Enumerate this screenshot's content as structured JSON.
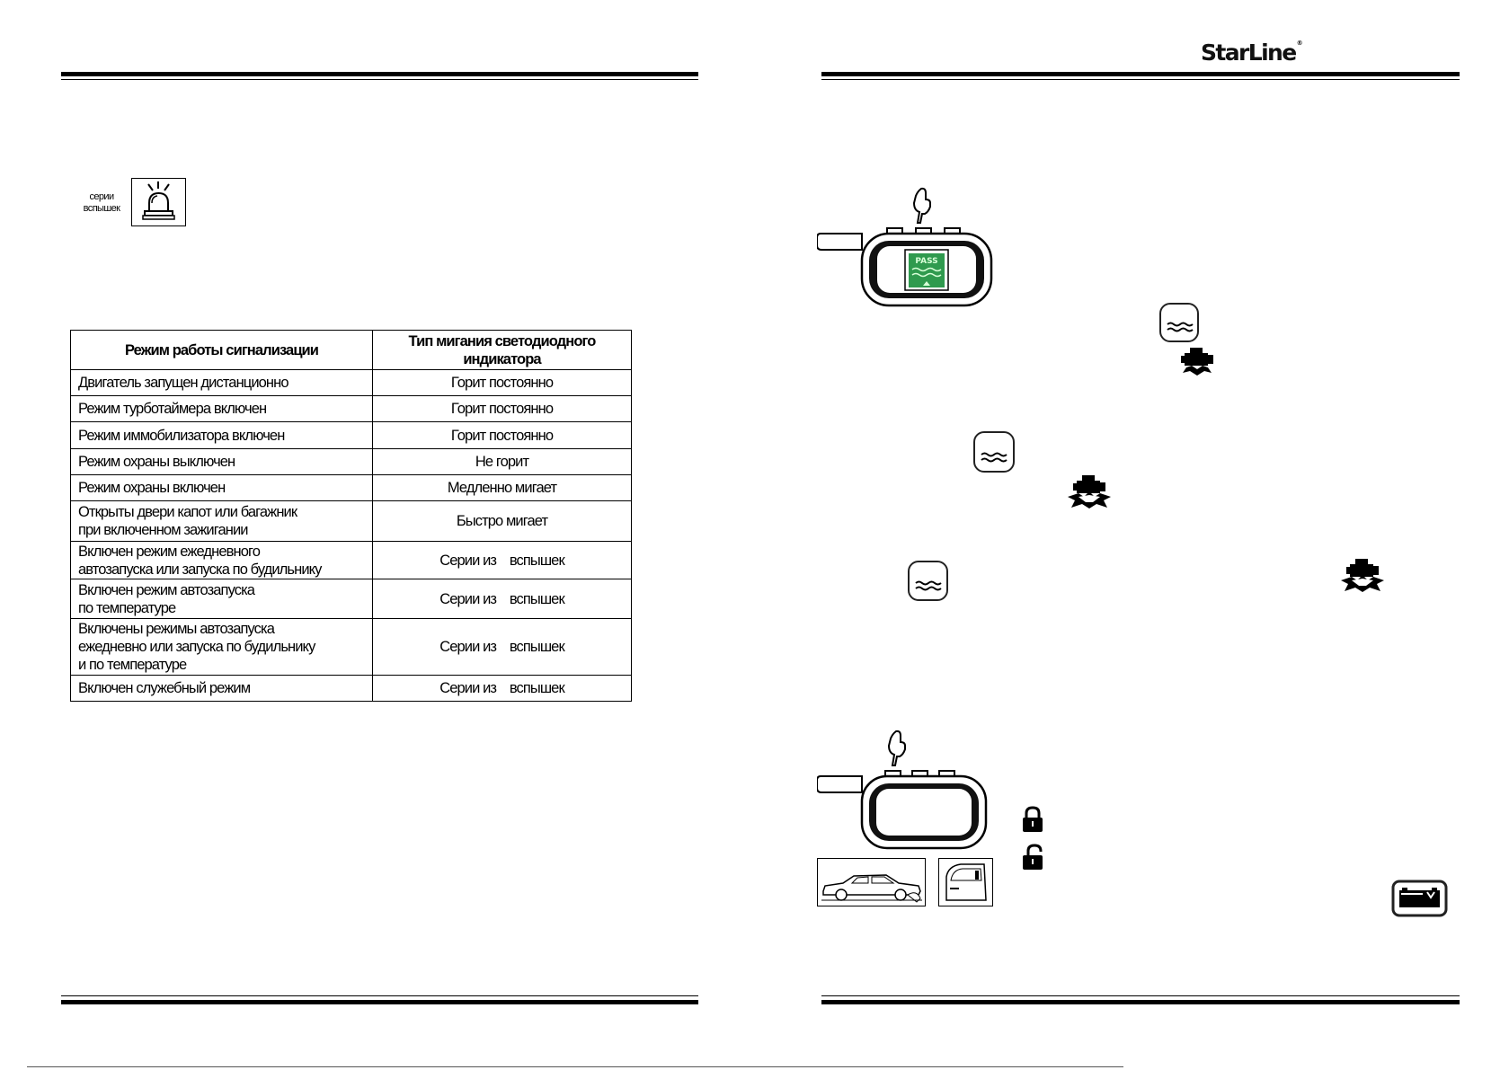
{
  "brand": {
    "logo_text": "StarLine",
    "logo_mark": "®"
  },
  "beacon": {
    "caption_line1": "серии",
    "caption_line2": "вспышек",
    "icon": "flashing-beacon-icon"
  },
  "table": {
    "headers": [
      "Режим работы сигнализации",
      "Тип мигания светодиодного индикатора"
    ],
    "rows": [
      {
        "mode": "Двигатель запущен дистанционно",
        "blink": "Горит постоянно"
      },
      {
        "mode": "Режим турботаймера включен",
        "blink": "Горит постоянно"
      },
      {
        "mode": "Режим иммобилизатора включен",
        "blink": "Горит постоянно"
      },
      {
        "mode": "Режим охраны выключен",
        "blink": "Не горит"
      },
      {
        "mode": "Режим охраны включен",
        "blink": "Медленно мигает"
      },
      {
        "mode": "Открыты двери  капот или багажник\n  при включенном зажигании",
        "blink": "Быстро мигает"
      },
      {
        "mode": "Включен режим ежедневного\nавтозапуска или запуска по будильнику",
        "blink": "Серии из    вспышек"
      },
      {
        "mode": "Включен режим автозапуска\n  по температуре",
        "blink": "Серии из    вспышек"
      },
      {
        "mode": "Включены режимы автозапуска\nежедневно или запуска по будильнику\nи по температуре",
        "blink": "Серии из    вспышек"
      },
      {
        "mode": "Включен служебный режим",
        "blink": "Серии из    вспышек"
      }
    ]
  },
  "remote_top": {
    "screen_text": "PASS",
    "icon": "key-fob-remote-icon"
  },
  "icons": {
    "water_temp": "engine-temperature-symbol-icon",
    "engine_start": "engine-start-symbol-icon",
    "lock_closed": "padlock-closed-icon",
    "lock_open": "padlock-open-icon",
    "battery": "battery-symbol-icon",
    "car": "car-icon",
    "door": "door-icon"
  }
}
